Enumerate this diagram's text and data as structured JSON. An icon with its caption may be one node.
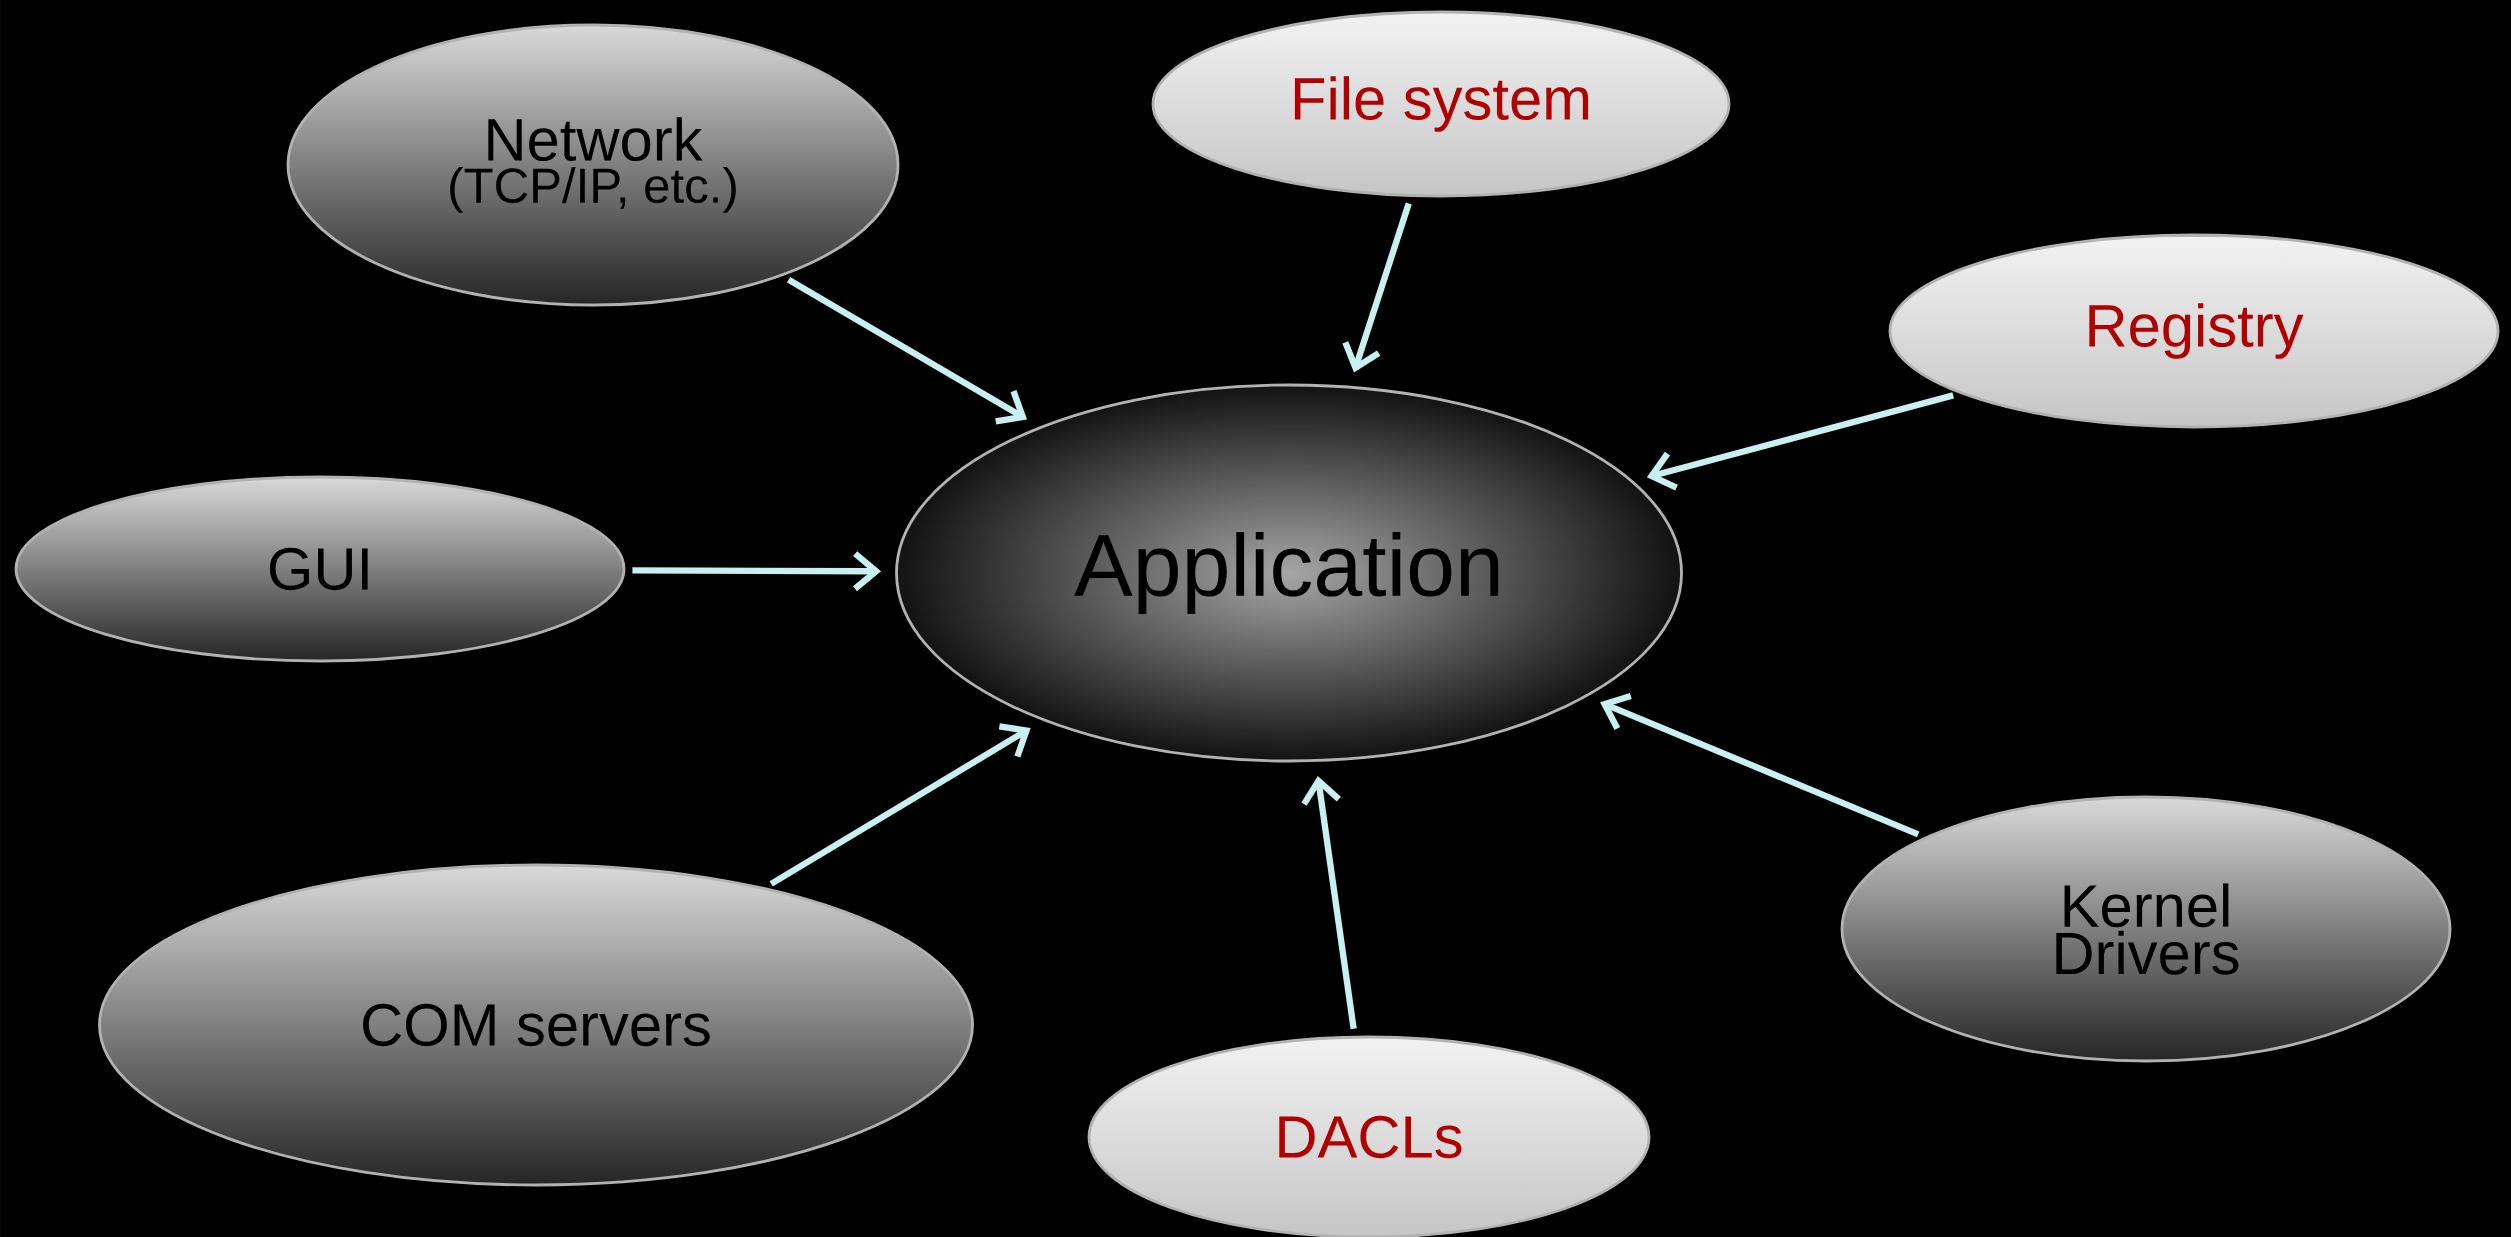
{
  "diagram": {
    "nodes": [
      {
        "text": [
          "Network",
          "(TCP/IP, etc.)"
        ]
      },
      {
        "text": [
          "File system"
        ]
      },
      {
        "text": [
          "Registry"
        ]
      },
      {
        "text": [
          "GUI"
        ]
      },
      {
        "text": [
          "Application"
        ]
      },
      {
        "text": [
          "COM servers"
        ]
      },
      {
        "text": [
          "DACLs"
        ]
      },
      {
        "text": [
          "Kernel Drivers"
        ]
      }
    ],
    "edges": [
      {
        "from": 0,
        "to": 4,
        "arrow": "to"
      },
      {
        "from": 1,
        "to": 4,
        "arrow": "to"
      },
      {
        "from": 2,
        "to": 4,
        "arrow": "to"
      },
      {
        "from": 3,
        "to": 4,
        "arrow": "to"
      },
      {
        "from": 5,
        "to": 4,
        "arrow": "to"
      },
      {
        "from": 6,
        "to": 4,
        "arrow": "to"
      },
      {
        "from": 7,
        "to": 4,
        "arrow": "to"
      }
    ]
  }
}
